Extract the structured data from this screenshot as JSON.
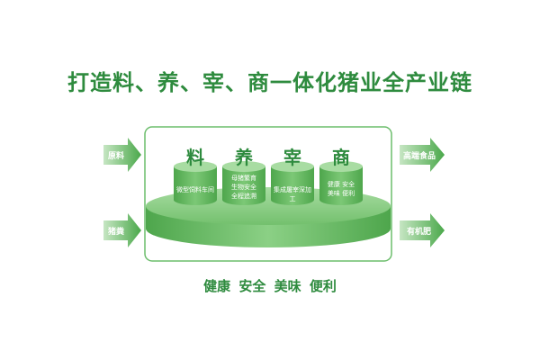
{
  "title": "打造料、养、宰、商一体化猪业全产业链",
  "stages": [
    {
      "char": "料",
      "desc": [
        "微型饲料车间"
      ]
    },
    {
      "char": "养",
      "desc": [
        "母猪繁育",
        "生物安全",
        "全程追溯"
      ]
    },
    {
      "char": "宰",
      "desc": [
        "集成屠宰深加工"
      ]
    },
    {
      "char": "商",
      "desc": [
        "健康 安全",
        "美味 便利"
      ]
    }
  ],
  "inputs": [
    "原料",
    "猪粪"
  ],
  "outputs": [
    "高端食品",
    "有机肥"
  ],
  "footer": "健康 安全 美味 便利",
  "colors": {
    "primary": "#2e8b3e",
    "arrow": "#5fb55a",
    "frame": "#6cbd6c"
  }
}
